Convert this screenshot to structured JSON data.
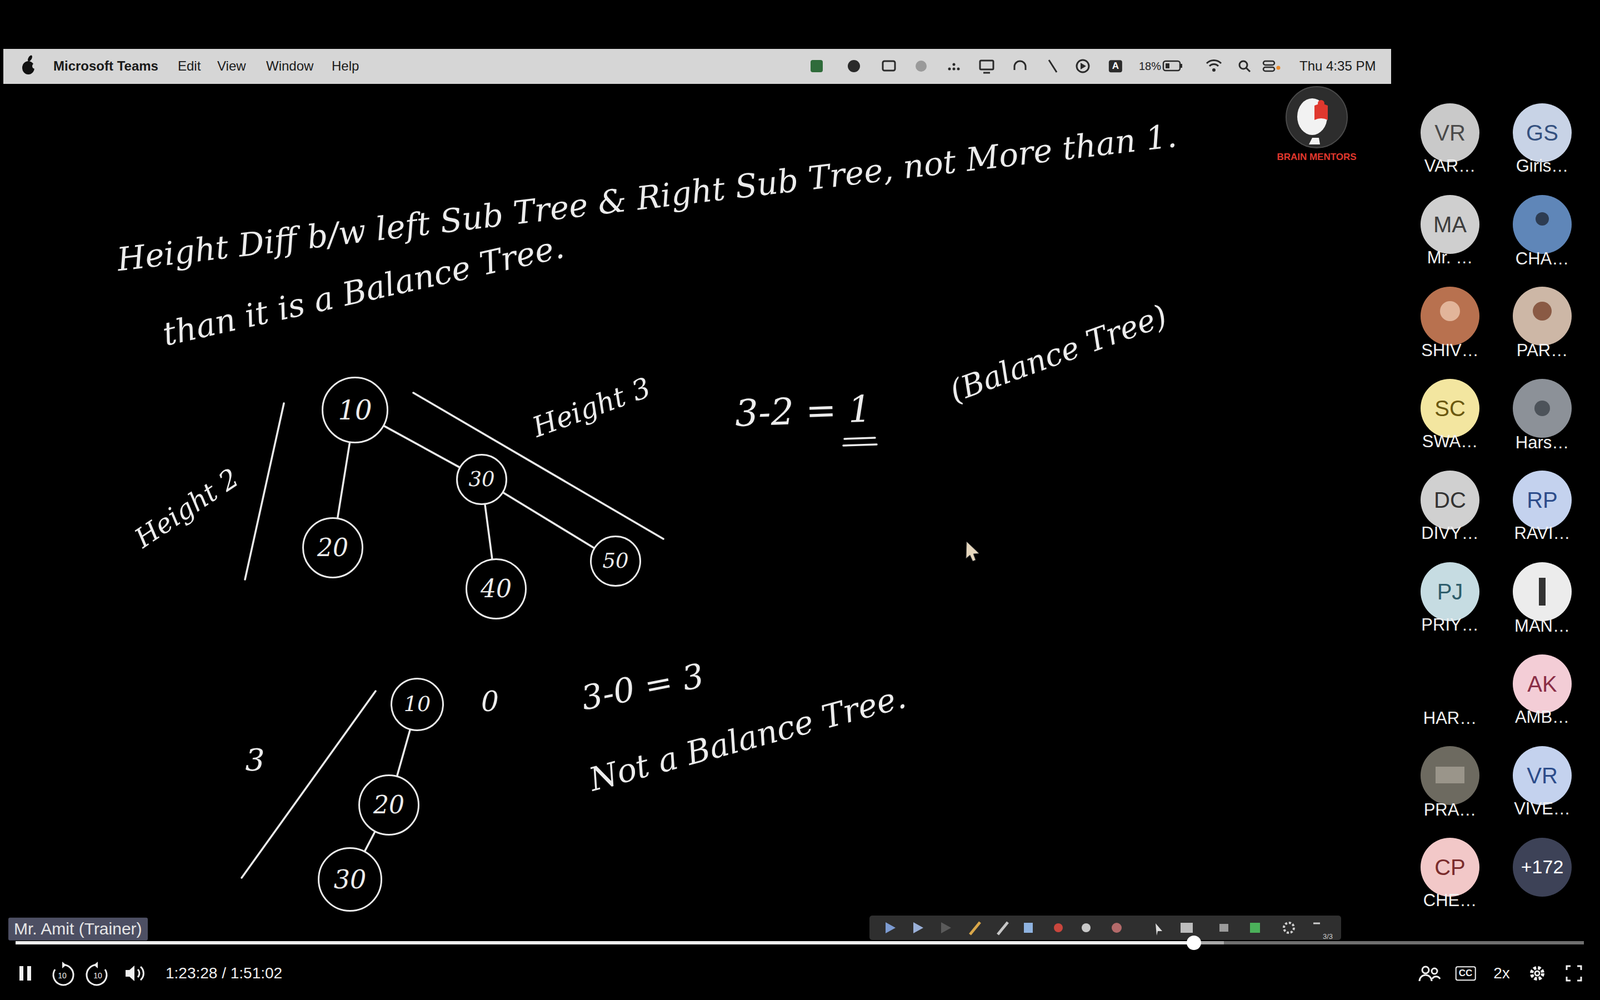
{
  "diagram": {
    "nodes": [
      {
        "text": [
          "10"
        ]
      },
      {
        "text": [
          "30"
        ]
      },
      {
        "text": [
          "20"
        ]
      },
      {
        "text": [
          "40"
        ]
      },
      {
        "text": [
          "50"
        ]
      },
      {
        "text": [
          "10"
        ]
      },
      {
        "text": [
          "20"
        ]
      },
      {
        "text": [
          "30"
        ]
      },
      {
        "text": [
          "VR",
          "VAR…"
        ]
      },
      {
        "text": [
          "GS",
          "Giris…"
        ]
      },
      {
        "text": [
          "MA",
          "Mr. …"
        ]
      },
      {
        "text": [
          "SC",
          "SWA…"
        ]
      },
      {
        "text": [
          "DC",
          "DIVY…"
        ]
      },
      {
        "text": [
          "RP",
          "RAVI…"
        ]
      },
      {
        "text": [
          "PJ",
          "PRIY…"
        ]
      },
      {
        "text": [
          "AK",
          "AMB…"
        ]
      },
      {
        "text": [
          "VR",
          "VIVE…"
        ]
      },
      {
        "text": [
          "CP",
          "CHE…"
        ]
      },
      {
        "text": [
          "+172"
        ]
      }
    ],
    "edges": [
      {
        "from": 0,
        "to": 2,
        "arrow": "none"
      },
      {
        "from": 0,
        "to": 1,
        "arrow": "none"
      },
      {
        "from": 1,
        "to": 3,
        "arrow": "none"
      },
      {
        "from": 1,
        "to": 4,
        "arrow": "none"
      },
      {
        "from": 5,
        "to": 6,
        "arrow": "none"
      },
      {
        "from": 6,
        "to": 7,
        "arrow": "none"
      }
    ],
    "labels": [
      "Microsoft Teams",
      "Edit",
      "View",
      "Window",
      "Help",
      "A",
      "18%",
      "Thu 4:35 PM",
      "BRAIN MENTORS",
      "Height Diff b/w left Sub Tree & Right Sub Tree, not More than 1.",
      "than it is a Balance Tree.",
      "Height 3",
      "3-2 = 1",
      "(Balance Tree)",
      "Height 2",
      "3",
      "0",
      "3-0 = 3",
      "Not a Balance Tree.",
      "CHA…",
      "SHIV…",
      "PAR…",
      "Hars…",
      "MAN…",
      "HAR…",
      "PRA…",
      "Mr. Amit (Trainer)",
      "3/3",
      "10",
      "10",
      "1:23:28 / 1:51:02",
      "CC",
      "2x"
    ]
  }
}
